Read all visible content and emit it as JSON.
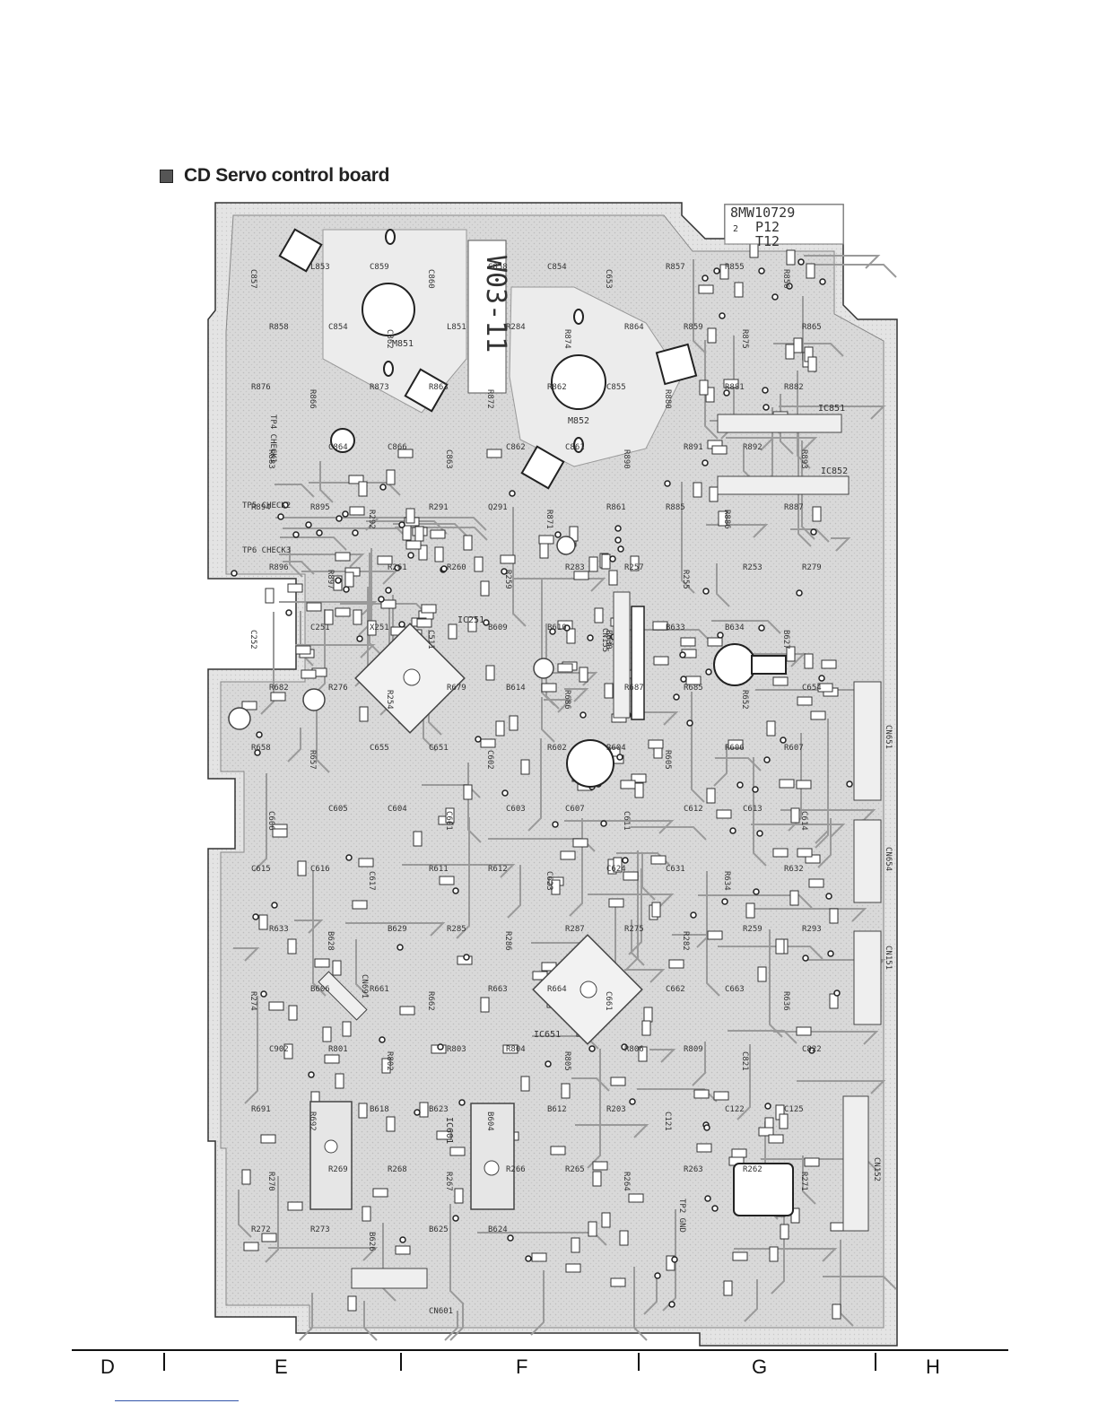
{
  "title": "CD Servo control board",
  "board": {
    "part_number": "8MW10729",
    "rev_p": "P12",
    "rev_t": "T12",
    "rev_pin": "2",
    "chips": [
      "IC251",
      "IC651",
      "IC601",
      "IC851",
      "IC852"
    ],
    "motors": [
      "M851",
      "M852"
    ],
    "vertical_mark": "W03-11",
    "connectors": [
      "CN651",
      "CN654",
      "CN151",
      "CN152",
      "CN601",
      "CN155",
      "CN691"
    ],
    "test_points": [
      "TP5 CHECK2",
      "TP6 CHECK3",
      "TP4 CHECK1",
      "TP2 GND"
    ],
    "labels": [
      "C857",
      "L853",
      "C859",
      "C860",
      "C858",
      "C854",
      "C653",
      "R857",
      "R855",
      "R856",
      "R858",
      "C854",
      "C862",
      "L851",
      "R284",
      "R874",
      "R864",
      "R859",
      "R875",
      "R865",
      "R876",
      "R866",
      "R873",
      "R863",
      "R872",
      "R862",
      "C855",
      "R880",
      "R881",
      "R882",
      "R883",
      "C864",
      "C866",
      "C863",
      "C862",
      "C861",
      "R890",
      "R891",
      "R892",
      "R893",
      "R894",
      "R895",
      "R292",
      "R291",
      "Q291",
      "R871",
      "R861",
      "R885",
      "R886",
      "R887",
      "R896",
      "R897",
      "R261",
      "R260",
      "R259",
      "R283",
      "R257",
      "R255",
      "R253",
      "R279",
      "C252",
      "C251",
      "X251",
      "C511",
      "B609",
      "B610",
      "B630",
      "B633",
      "B634",
      "B627",
      "R682",
      "R276",
      "R254",
      "R679",
      "B614",
      "R686",
      "R687",
      "R685",
      "R652",
      "C654",
      "R658",
      "R657",
      "C655",
      "C651",
      "C602",
      "R602",
      "R604",
      "R605",
      "R606",
      "R607",
      "C606",
      "C605",
      "C604",
      "C601",
      "C603",
      "C607",
      "C611",
      "C612",
      "C613",
      "C614",
      "C615",
      "C616",
      "C617",
      "R611",
      "R612",
      "C623",
      "C624",
      "C631",
      "R634",
      "R632",
      "R633",
      "B628",
      "B629",
      "R285",
      "R286",
      "R287",
      "R275",
      "R282",
      "R259",
      "R293",
      "R274",
      "B606",
      "R661",
      "R662",
      "R663",
      "R664",
      "C661",
      "C662",
      "C663",
      "R636",
      "C902",
      "R801",
      "R802",
      "R803",
      "R804",
      "R805",
      "R806",
      "R809",
      "C821",
      "C822",
      "R691",
      "R692",
      "B618",
      "B623",
      "B604",
      "B612",
      "R203",
      "C121",
      "C122",
      "C125",
      "R270",
      "R269",
      "R268",
      "R267",
      "R266",
      "R265",
      "R264",
      "R263",
      "R262",
      "R271",
      "R272",
      "R273",
      "B626",
      "B625",
      "B624"
    ]
  },
  "grid_columns": [
    "D",
    "E",
    "F",
    "G",
    "H"
  ]
}
